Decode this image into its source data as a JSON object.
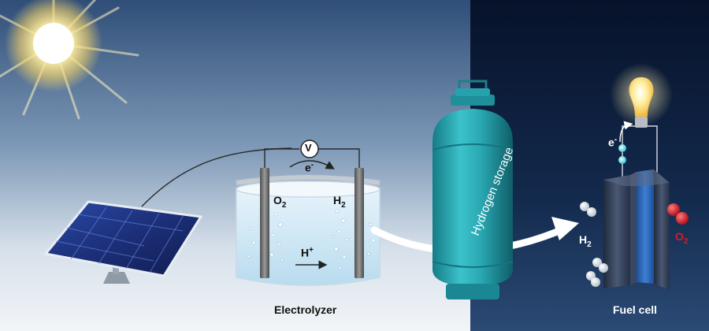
{
  "labels": {
    "volt_symbol": "V",
    "electron_top": {
      "base": "e",
      "sup": "-"
    },
    "o2_electrolyzer": {
      "base": "O",
      "sub": "2"
    },
    "h2_electrolyzer": {
      "base": "H",
      "sub": "2"
    },
    "proton": {
      "base": "H",
      "sup": "+"
    },
    "electrolyzer_caption": "Electrolyzer",
    "tank_label": "Hydrogen storage",
    "electron_fuel": {
      "base": "e",
      "sup": "-"
    },
    "h2_fuel": {
      "base": "H",
      "sub": "2"
    },
    "o2_fuel": {
      "base": "O",
      "sub": "2"
    },
    "fuelcell_caption": "Fuel cell"
  },
  "colors": {
    "sky_day": "#3e5f86",
    "sky_night": "#0d1f3a",
    "tank": "#2aa8b2",
    "panel": "#1c2f78",
    "electrode": "#6d6d6d",
    "water": "#cfe7f5",
    "oxygen": "#d0202a",
    "sun": "#fff6c8"
  },
  "icons": [
    "sun-icon",
    "solar-panel-icon",
    "voltmeter-icon",
    "hydrogen-tank-icon",
    "light-bulb-icon"
  ]
}
